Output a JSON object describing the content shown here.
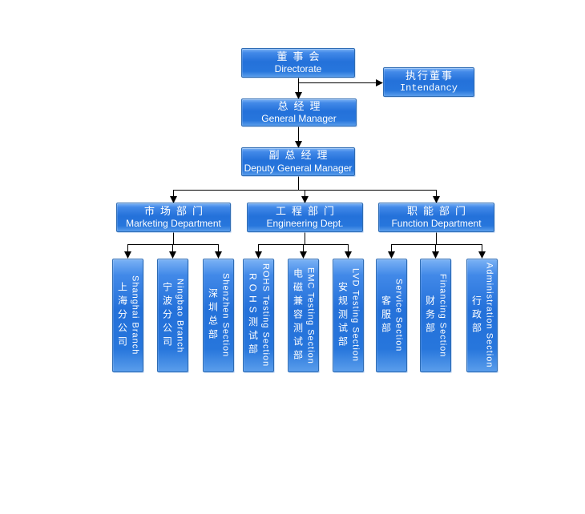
{
  "org_chart": {
    "colors": {
      "box_fill_top": "#7ab2f5",
      "box_fill": "#2471da",
      "box_border": "#2f6cb3",
      "text": "#ffffff",
      "connector": "#000000",
      "background": "#ffffff"
    },
    "nodes": {
      "directorate": {
        "zh": "董事会",
        "en": "Directorate"
      },
      "intendancy": {
        "zh": "执行董事",
        "en": "Intendancy"
      },
      "general_manager": {
        "zh": "总经理",
        "en": "General Manager"
      },
      "deputy_general_manager": {
        "zh": "副总经理",
        "en": "Deputy General Manager"
      }
    },
    "departments": [
      {
        "zh": "市场部门",
        "en": "Marketing Department",
        "children": [
          {
            "zh": "上海分公司",
            "en": "Shanghai Branch"
          },
          {
            "zh": "宁波分公司",
            "en": "Ningbao Branch"
          },
          {
            "zh": "深圳总部",
            "en": "Shenzhen Section"
          }
        ]
      },
      {
        "zh": "工程部门",
        "en": "Engineering Dept.",
        "children": [
          {
            "zh": "ROHS测试部",
            "en": "ROHS Testing Section"
          },
          {
            "zh": "电磁兼容测试部",
            "en": "EMC Testing Section"
          },
          {
            "zh": "安规测试部",
            "en": "LVD Testing Section"
          }
        ]
      },
      {
        "zh": "职能部门",
        "en": "Function Department",
        "children": [
          {
            "zh": "客服部",
            "en": "Service Section"
          },
          {
            "zh": "财务部",
            "en": "Financing Section"
          },
          {
            "zh": "行政部",
            "en": "Administration Section"
          }
        ]
      }
    ]
  }
}
